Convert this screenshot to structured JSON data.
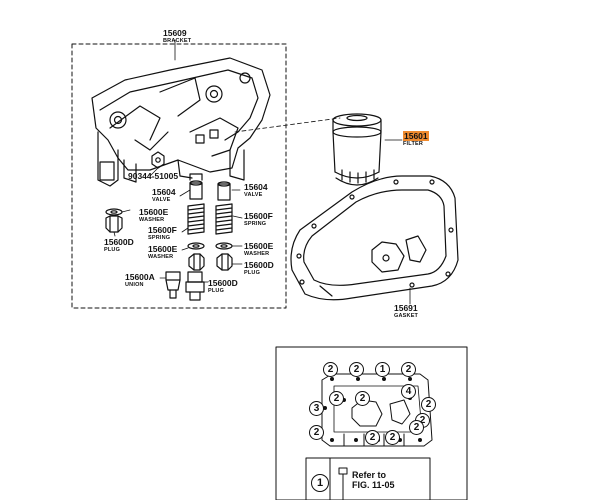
{
  "parts": {
    "bracket": {
      "num": "15609",
      "name": "BRACKET"
    },
    "filter": {
      "num": "15601",
      "name": "FILTER"
    },
    "gasket": {
      "num": "15691",
      "name": "GASKET"
    },
    "bolt": {
      "num": "90344-51005"
    },
    "valve_l": {
      "num": "15604",
      "name": "VALVE"
    },
    "valve_r": {
      "num": "15604",
      "name": "VALVE"
    },
    "spring_l": {
      "num": "15600F",
      "name": "SPRING"
    },
    "spring_r": {
      "num": "15600F",
      "name": "SPRING"
    },
    "washer_top": {
      "num": "15600E",
      "name": "WASHER"
    },
    "washer_l": {
      "num": "15600E",
      "name": "WASHER"
    },
    "washer_r": {
      "num": "15600E",
      "name": "WASHER"
    },
    "plug_top": {
      "num": "15600D",
      "name": "PLUG"
    },
    "plug_r": {
      "num": "15600D",
      "name": "PLUG"
    },
    "plug_bot": {
      "num": "15600D",
      "name": "PLUG"
    },
    "union": {
      "num": "15600A",
      "name": "UNION"
    }
  },
  "torque_diagram": {
    "markers": [
      "2",
      "2",
      "1",
      "2",
      "3",
      "2",
      "2",
      "4",
      "2",
      "2",
      "2",
      "2",
      "2",
      "2"
    ],
    "legend_number": "1",
    "legend_text_1": "Refer to",
    "legend_text_2": "FIG. 11-05"
  },
  "colors": {
    "highlight": "#ef8a2e",
    "ink": "#111111"
  }
}
